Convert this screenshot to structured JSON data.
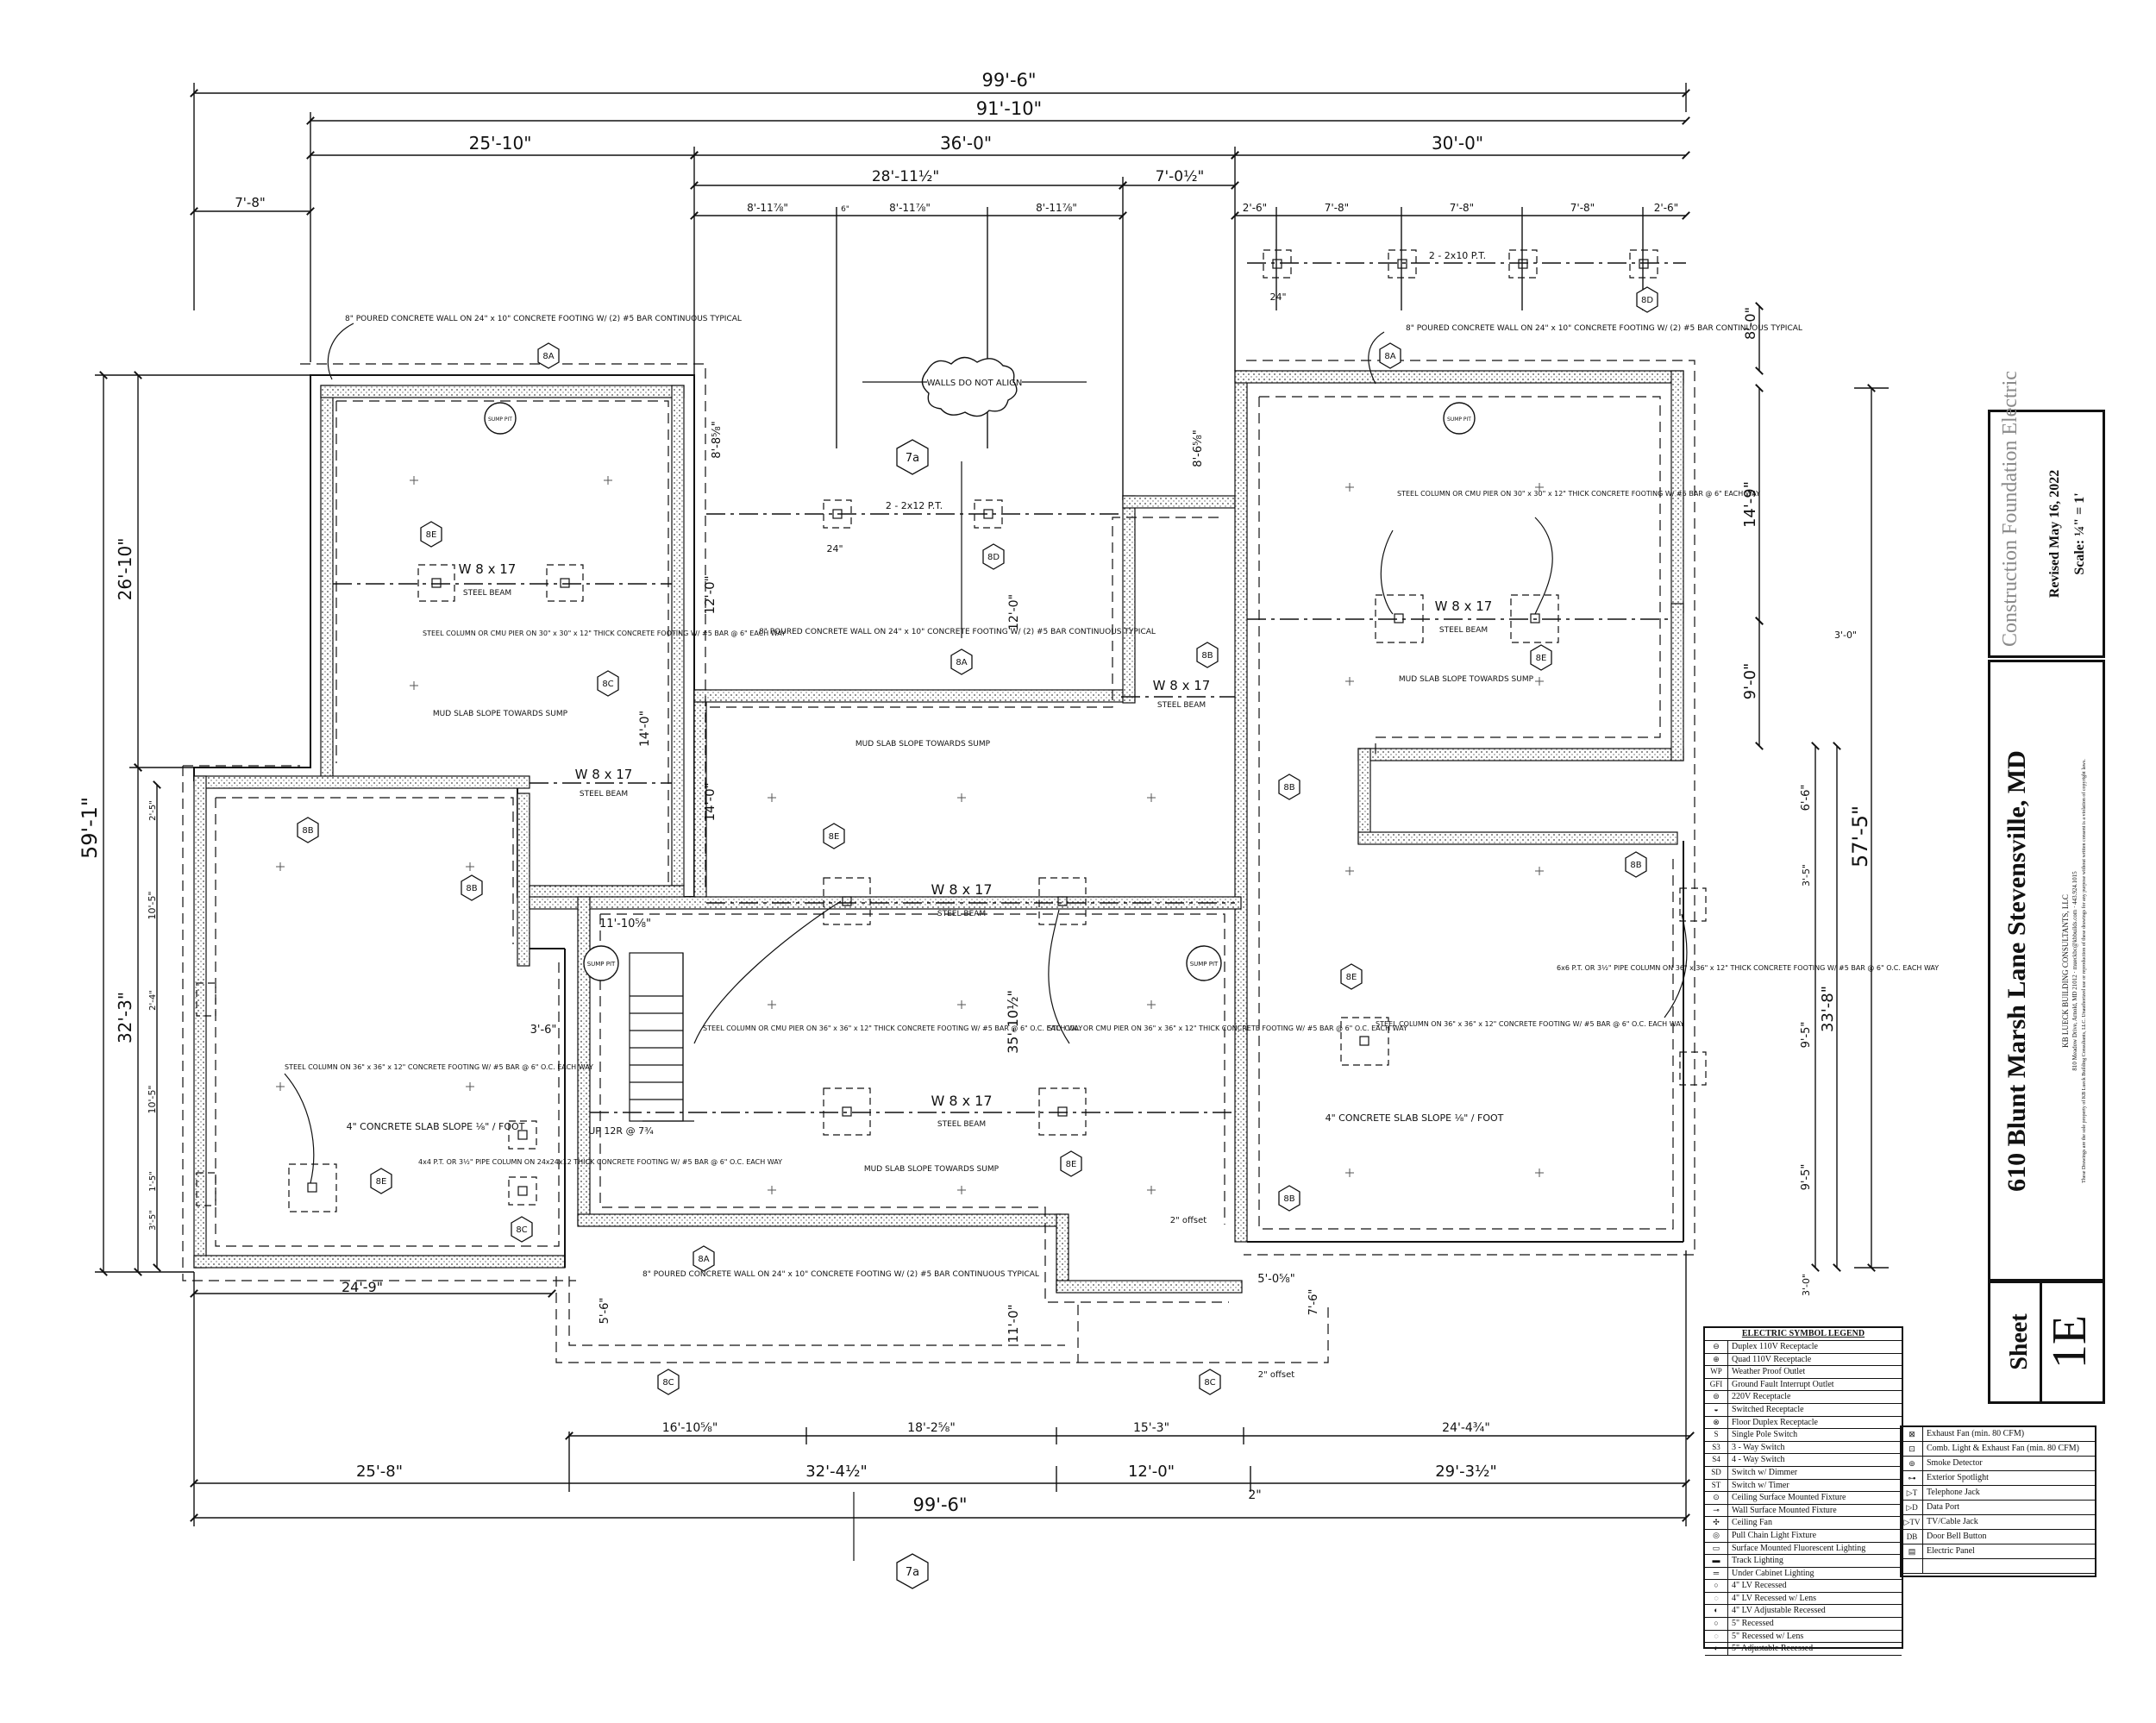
{
  "dimensions": {
    "overall_top": "99'-6\"",
    "overall_top_2": "91'-10\"",
    "top_left_seg": "25'-10\"",
    "top_mid_seg": "36'-0\"",
    "top_right_seg": "30'-0\"",
    "top_sub_a": "28'-11½\"",
    "top_sub_b": "7'-0½\"",
    "left_offset": "7'-8\"",
    "pier_a1": "8'-11⅞\"",
    "pier_a2": "8'-11⅞\"",
    "pier_a3": "8'-11⅞\"",
    "pier_r1": "2'-6\"",
    "pier_r2": "7'-8\"",
    "pier_r3": "7'-8\"",
    "pier_r4": "7'-8\"",
    "pier_r5": "2'-6\"",
    "left_vert_total": "59'-1\"",
    "left_vert_top": "26'-10\"",
    "left_vert_bottom": "32'-3\"",
    "right_vert_total": "57'-5\"",
    "right_vert_a": "14'-9\"",
    "right_vert_b": "9'-0\"",
    "right_vert_c": "33'-8\"",
    "right_top": "8'-0\"",
    "bottom_left_seg": "25'-8\"",
    "bottom_mid_seg": "32'-4½\"",
    "bottom_c": "12'-0\"",
    "bottom_right_seg": "29'-3½\"",
    "bottom_overall": "99'-6\"",
    "bottom_sub_1": "16'-10⅝\"",
    "bottom_sub_2": "18'-2⅝\"",
    "bottom_sub_3": "15'-3\"",
    "bottom_sub_4": "24'-4¾\"",
    "left_bottom_w": "24'-9\"",
    "mid_12": "12'-0\"",
    "mid_14": "14'-0\"",
    "mid_14b": "14'-0\"",
    "mid_35": "35'-10½\"",
    "mid_11": "11'-0\"",
    "mid_11b": "11'-10⅝\"",
    "mid_3_6": "3'-6\"",
    "mid_5_6": "5'-6\"",
    "mid_7_6": "7'-6\"",
    "mid_5_0": "5'-0⅝\"",
    "r_6_6": "6'-6\"",
    "r_3_0": "3'-0\"",
    "r_3_0b": "3'-0\"",
    "r_9_5a": "9'-5\"",
    "r_9_5b": "9'-5\"",
    "r_3_5": "3'-5\"",
    "l_10_5a": "10'-5\"",
    "l_10_5b": "10'-5\"",
    "l_2_4": "2'-4\"",
    "l_2_5": "2'-5\"",
    "l_3_5": "3'-5\"",
    "l_1_5": "1'-5\"",
    "wall_8_8": "8'-8⅝\"",
    "wall_8_6": "8'-6⅝\"",
    "pier_24": "24\"",
    "pier_24b": "24\"",
    "pier_6": "6\"",
    "two_offset": "2\"",
    "two_offset_b": "2\" offset",
    "two_offset_c": "2\" offset"
  },
  "labels": {
    "wall_note_1": "8\" POURED CONCRETE WALL ON 24\" x 10\" CONCRETE FOOTING W/ (2) #5 BAR CONTINUOUS TYPICAL",
    "wall_note_2": "8\" POURED CONCRETE WALL ON 24\" x 10\" CONCRETE FOOTING W/ (2) #5 BAR CONTINUOUS TYPICAL",
    "wall_note_3": "8\" POURED CONCRETE WALL ON 24\" x 10\" CONCRETE FOOTING W/ (2) #5 BAR CONTINUOUS TYPICAL",
    "wall_note_4": "8\" POURED CONCRETE WALL ON 24\" x 10\" CONCRETE FOOTING W/ (2) #5 BAR CONTINUOUS TYPICAL",
    "walls_do_not_align": "WALLS DO NOT ALIGN",
    "beam_1": "W 8 x 17",
    "beam_2": "W 8 x 17",
    "beam_3": "W 8 x 17",
    "beam_4": "W 8 x 17",
    "beam_5": "W 8 x 17",
    "beam_6": "W 8 x 17",
    "steel_beam": "STEEL BEAM",
    "pt_1": "2 - 2x12 P.T.",
    "pt_2": "2 - 2x10 P.T.",
    "col_1": "STEEL COLUMN OR CMU PIER ON 30\" x 30\" x 12\" THICK CONCRETE FOOTING W/ #5 BAR @ 6\" EACH WAY",
    "col_2": "STEEL COLUMN OR CMU PIER ON 30\" x 30\" x 12\" THICK CONCRETE FOOTING W/ #5 BAR @ 6\" EACH WAY",
    "col_3": "STEEL COLUMN OR CMU PIER ON 36\" x 36\" x 12\" THICK CONCRETE FOOTING W/ #5 BAR @ 6\" O.C. EACH WAY",
    "col_4": "STL. COL. OR CMU PIER ON 36\" x 36\" x 12\" THICK CONCRETE FOOTING W/ #5 BAR @ 6\" O.C. EACH WAY",
    "col_5": "STEEL COLUMN ON 36\" x 36\" x 12\" CONCRETE FOOTING W/ #5 BAR @ 6\" O.C. EACH WAY",
    "col_6": "STEEL COLUMN ON 36\" x 36\" x 12\" CONCRETE FOOTING W/ #5 BAR @ 6\" O.C. EACH WAY",
    "col_7": "4x4 P.T. OR 3½\" PIPE COLUMN ON 24x24x12 THICK CONCRETE FOOTING W/ #5 BAR @ 6\" O.C. EACH WAY",
    "col_8": "6x6 P.T. OR 3½\" PIPE COLUMN ON 36\" x 36\" x 12\" THICK CONCRETE FOOTING W/ #5 BAR @ 6\" O.C. EACH WAY",
    "mud_1": "MUD SLAB SLOPE TOWARDS SUMP",
    "mud_2": "MUD SLAB SLOPE TOWARDS SUMP",
    "mud_3": "MUD SLAB SLOPE TOWARDS SUMP",
    "mud_4": "MUD SLAB SLOPE TOWARDS SUMP",
    "slab_1": "4\" CONCRETE SLAB SLOPE ⅛\" / FOOT",
    "slab_2": "4\" CONCRETE SLAB SLOPE ⅛\" / FOOT",
    "sump": "SUMP PIT",
    "up": "UP 12R @ 7¾",
    "tags": [
      "8A",
      "8A",
      "8A",
      "8A",
      "8B",
      "8B",
      "8B",
      "8B",
      "8B",
      "8B",
      "8C",
      "8C",
      "8C",
      "8C",
      "8D",
      "8D",
      "8E",
      "8E",
      "8E",
      "8E",
      "8E",
      "8E",
      "7a",
      "7a"
    ]
  },
  "title_block": {
    "project_title": "Construction Foundation Electric",
    "revised": "Revised May 16, 2022",
    "scale": "Scale: ¼\" = 1'",
    "address": "610 Blunt Marsh Lane Stevensville, MD",
    "firm": "KB LUECK BUILDING CONSULTANTS, LLC",
    "firm_address": "810 Meadow Drive, Arnold, MD 21012 · mueckbc@kbbuilds.com · 443.924.1015",
    "copyright": "These Drawings are the sole property of KB Lueck Building Consultants, LLC. Unauthorized use or reproduction of these drawings for any purpose without written consent is a violation of copyright laws.",
    "sheet_label": "Sheet",
    "sheet_number": "1E"
  },
  "legend": {
    "title": "ELECTRIC SYMBOL LEGEND",
    "items": [
      {
        "sym": "⊖",
        "label": "Duplex 110V Receptacle"
      },
      {
        "sym": "⊕",
        "label": "Quad 110V Receptacle"
      },
      {
        "sym": "WP",
        "label": "Weather Proof Outlet"
      },
      {
        "sym": "GFI",
        "label": "Ground Fault Interrupt Outlet"
      },
      {
        "sym": "⊜",
        "label": "220V Receptacle"
      },
      {
        "sym": "◒",
        "label": "Switched Receptacle"
      },
      {
        "sym": "⊗",
        "label": "Floor Duplex Receptacle"
      },
      {
        "sym": "S",
        "label": "Single Pole Switch"
      },
      {
        "sym": "S3",
        "label": "3 - Way Switch"
      },
      {
        "sym": "S4",
        "label": "4 - Way Switch"
      },
      {
        "sym": "SD",
        "label": "Switch w/ Dimmer"
      },
      {
        "sym": "ST",
        "label": "Switch w/ Timer"
      },
      {
        "sym": "⊙",
        "label": "Ceiling Surface Mounted Fixture"
      },
      {
        "sym": "⊸",
        "label": "Wall Surface Mounted Fixture"
      },
      {
        "sym": "✣",
        "label": "Ceiling Fan"
      },
      {
        "sym": "◎",
        "label": "Pull Chain Light Fixture"
      },
      {
        "sym": "▭",
        "label": "Surface Mounted Fluorescent Lighting"
      },
      {
        "sym": "▬",
        "label": "Track Lighting"
      },
      {
        "sym": "═",
        "label": "Under Cabinet Lighting"
      },
      {
        "sym": "○",
        "label": "4\" LV Recessed"
      },
      {
        "sym": "◌",
        "label": "4\" LV Recessed w/ Lens"
      },
      {
        "sym": "◐",
        "label": "4\" LV Adjustable Recessed"
      },
      {
        "sym": "○",
        "label": "5\" Recessed"
      },
      {
        "sym": "◌",
        "label": "5\" Recessed w/ Lens"
      },
      {
        "sym": "◐",
        "label": "5\" Adjustable Recessed"
      }
    ],
    "items2": [
      {
        "sym": "⊠",
        "label": "Exhaust Fan (min. 80 CFM)"
      },
      {
        "sym": "⊡",
        "label": "Comb. Light & Exhaust Fan (min. 80 CFM)"
      },
      {
        "sym": "⊚",
        "label": "Smoke Detector"
      },
      {
        "sym": "⊶",
        "label": "Exterior Spotlight"
      },
      {
        "sym": "▷T",
        "label": "Telephone Jack"
      },
      {
        "sym": "▷D",
        "label": "Data Port"
      },
      {
        "sym": "▷TV",
        "label": "TV/Cable Jack"
      },
      {
        "sym": "DB",
        "label": "Door Bell Button"
      },
      {
        "sym": "▤",
        "label": "Electric Panel"
      },
      {
        "sym": "",
        "label": ""
      }
    ]
  }
}
